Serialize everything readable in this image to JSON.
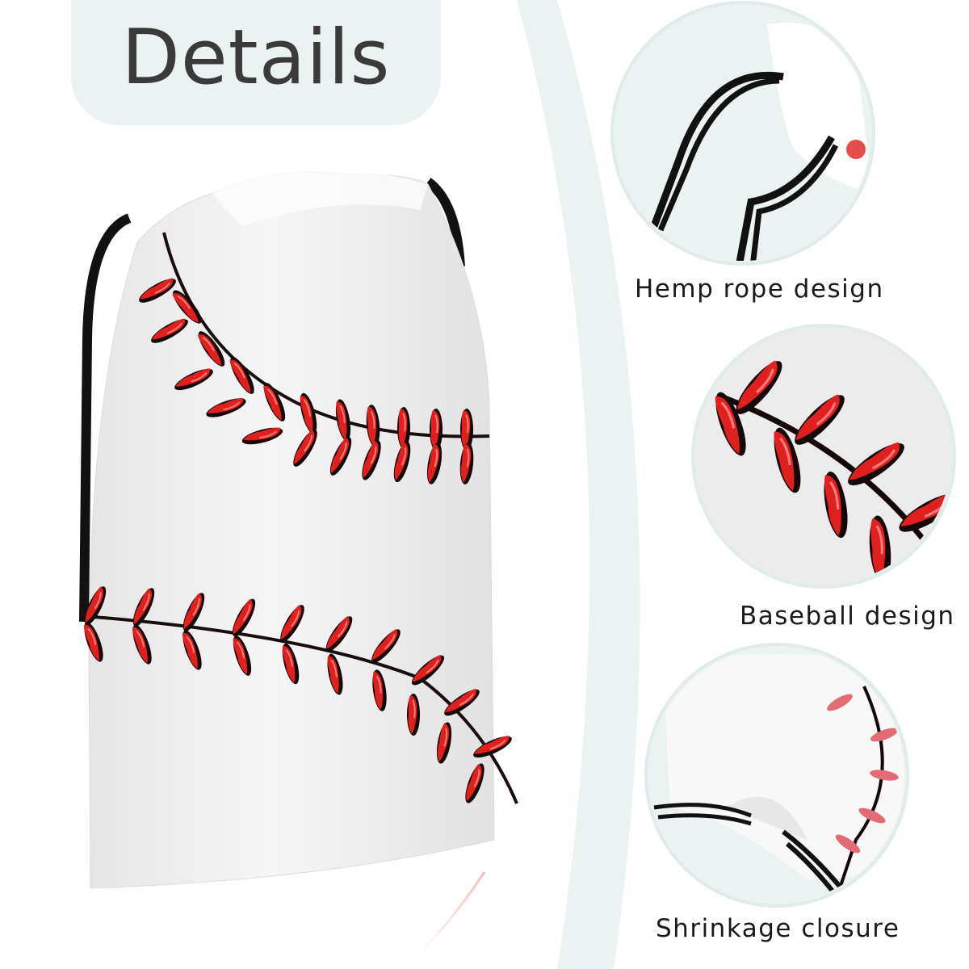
{
  "header": {
    "title": "Details"
  },
  "details": [
    {
      "label": "Hemp rope design",
      "icon": "drawstring-rope-closeup"
    },
    {
      "label": "Baseball design",
      "icon": "baseball-stitch-closeup"
    },
    {
      "label": "Shrinkage closure",
      "icon": "drawstring-closure-closeup"
    }
  ],
  "product": {
    "name": "baseball drawstring bag",
    "icon": "drawstring-bag"
  },
  "colors": {
    "panel": "#eaf3f1",
    "stitch_red": "#e01f1f",
    "seam": "#1a0d0d",
    "rope": "#111111",
    "bag": "#f1f1f1"
  }
}
